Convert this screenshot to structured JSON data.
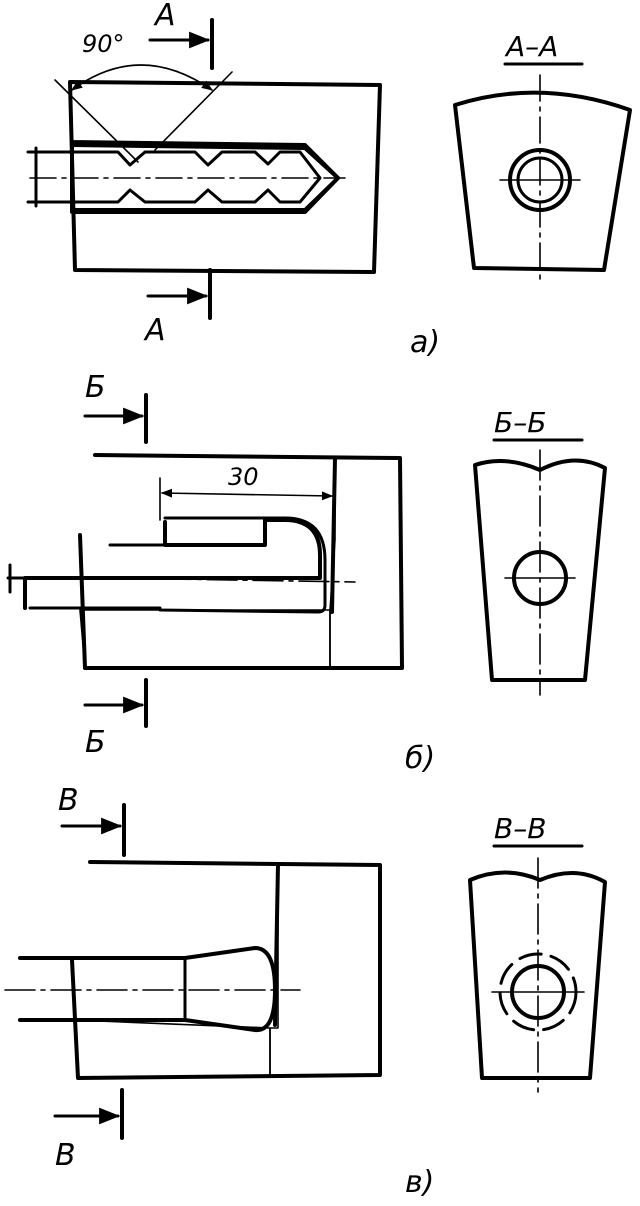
{
  "figure_a": {
    "angle_label": "90°",
    "section_letter_top": "А",
    "section_letter_bottom": "А",
    "section_title": "А–А",
    "caption": "а)"
  },
  "figure_b": {
    "dimension_label": "30",
    "section_letter_top": "Б",
    "section_letter_bottom": "Б",
    "section_title": "Б–Б",
    "caption": "б)"
  },
  "figure_c": {
    "section_letter_top": "В",
    "section_letter_bottom": "В",
    "section_title": "В–В",
    "caption": "в)"
  }
}
